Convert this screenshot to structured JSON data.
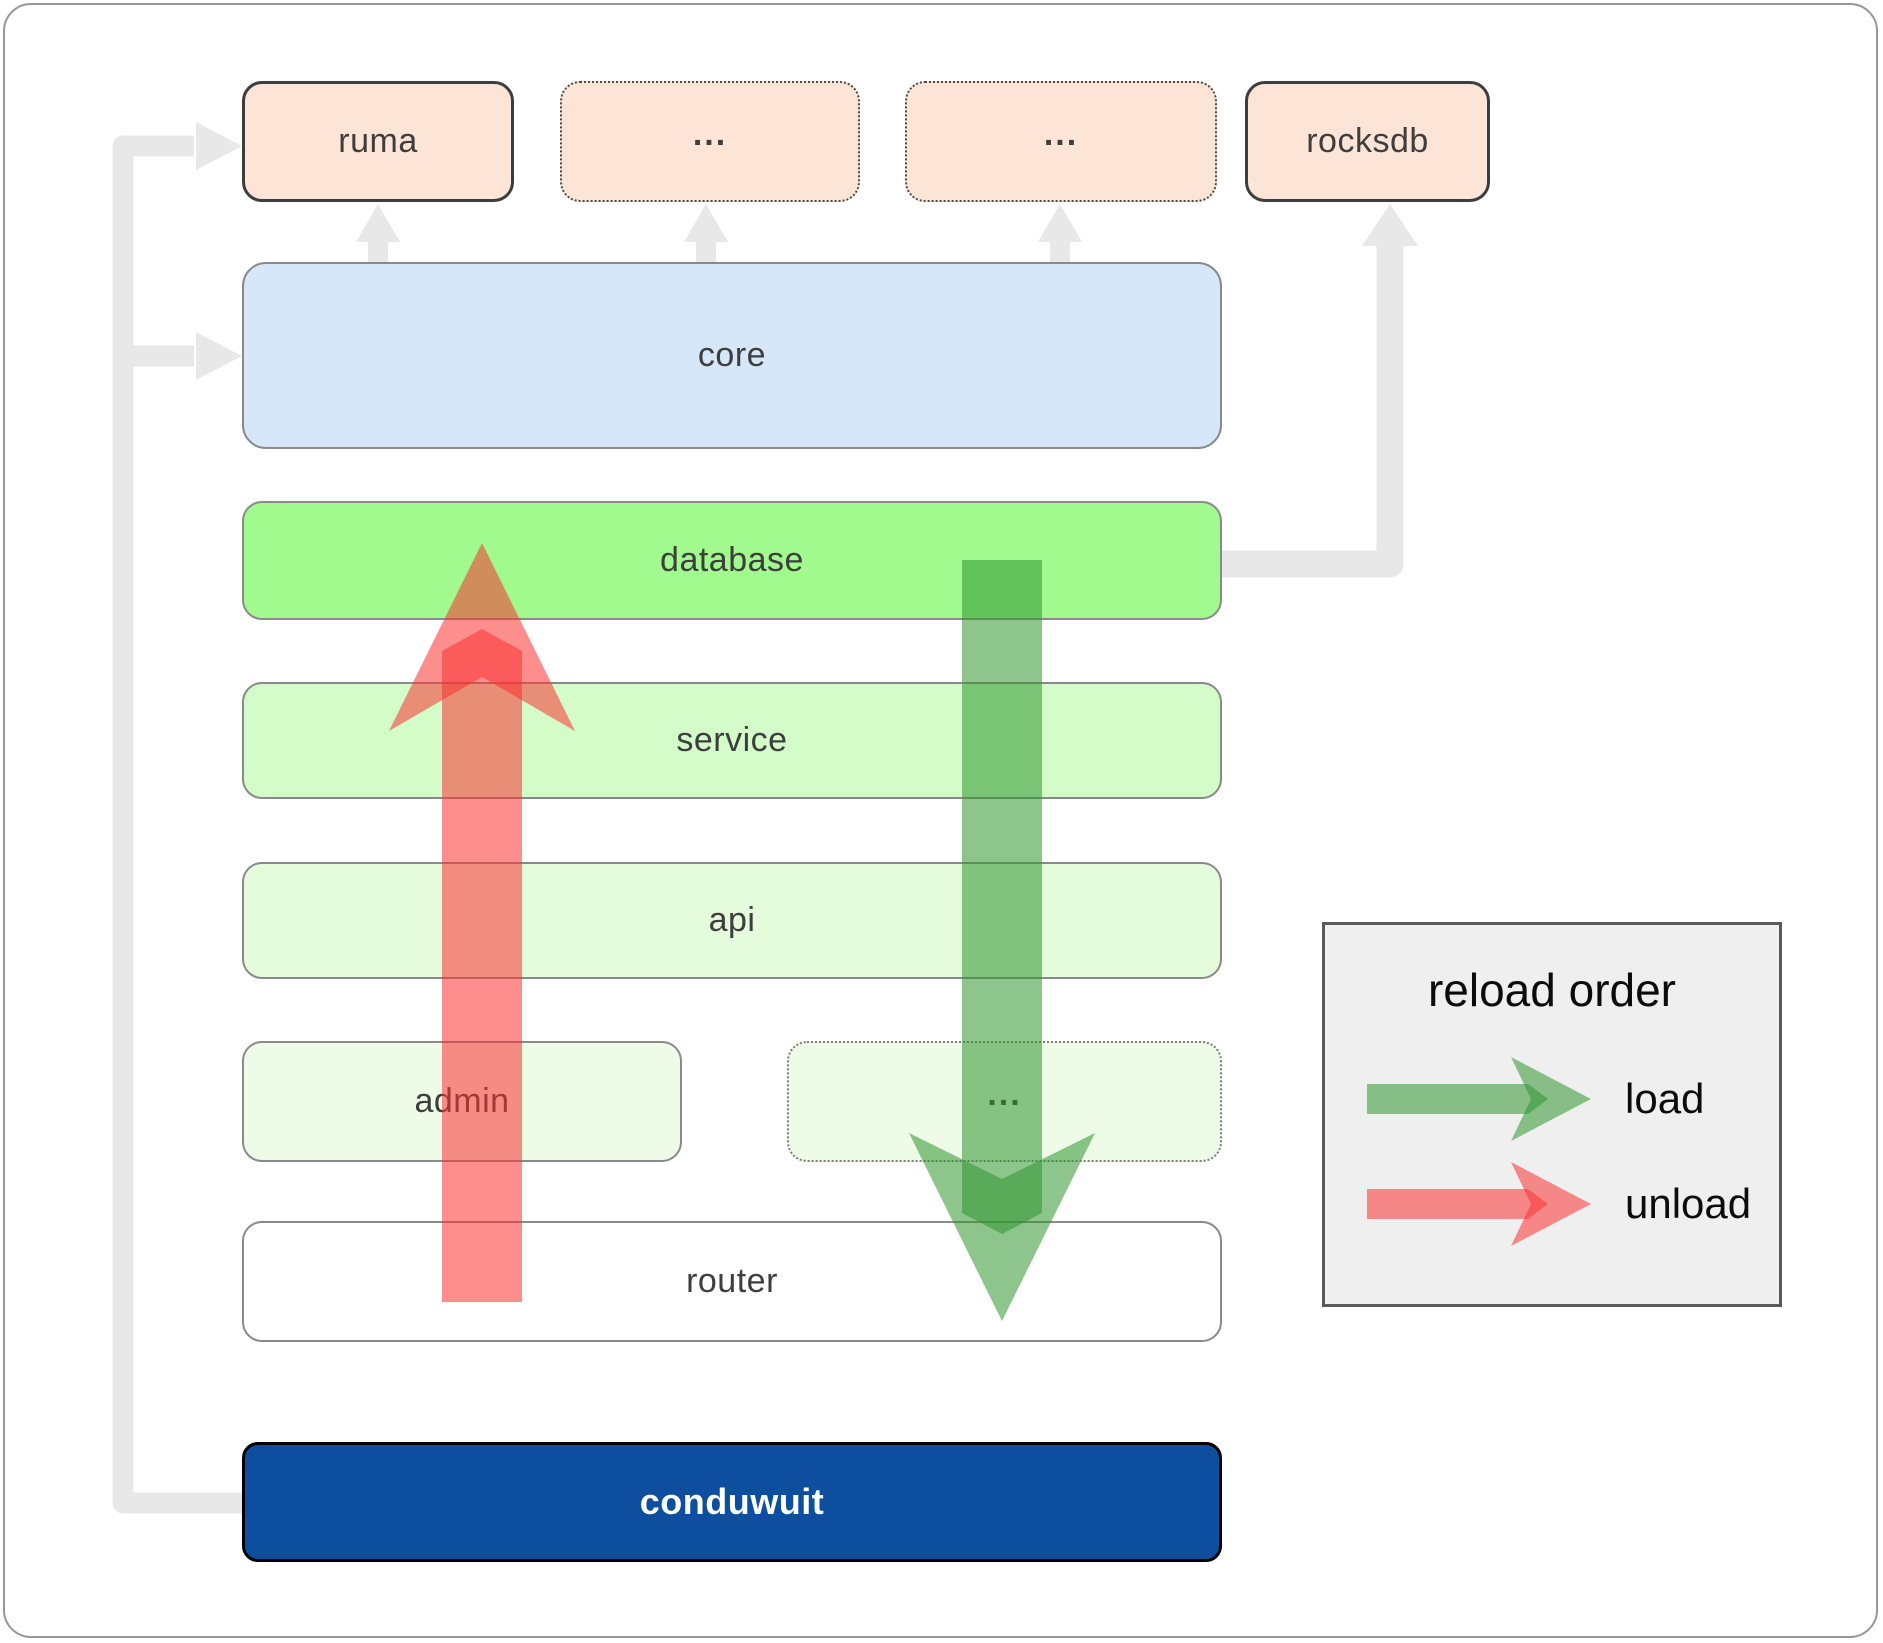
{
  "boxes": {
    "ruma": "ruma",
    "external_1": "...",
    "external_2": "...",
    "rocksdb": "rocksdb",
    "core": "core",
    "database": "database",
    "service": "service",
    "api": "api",
    "admin": "admin",
    "admin_external": "...",
    "router": "router",
    "conduwuit": "conduwuit"
  },
  "legend": {
    "title": "reload order",
    "load_label": "load",
    "unload_label": "unload"
  },
  "colors": {
    "module_peach": "#fce4d6",
    "core_blue": "#d5e7f8",
    "database_green": "#a1fa8e",
    "service_green": "#d3fcc9",
    "api_green": "#e4fcdb",
    "admin_green": "#edfbe7",
    "router_white": "#ffffff",
    "conduwuit_navy": "#0d4f9e",
    "load_arrow_green": "#2f9630",
    "unload_arrow_red": "#fa3232",
    "connector_gray": "#e8e8e8"
  }
}
